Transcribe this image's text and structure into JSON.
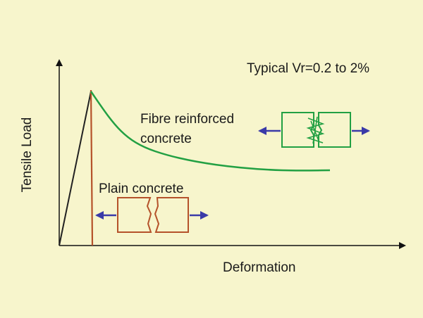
{
  "annotation": "Typical Vr=0.2 to 2%",
  "axes": {
    "ylabel": "Tensile Load",
    "xlabel": "Deformation"
  },
  "curves": {
    "fibre": {
      "label_line1": "Fibre reinforced",
      "label_line2": "concrete",
      "color": "#22a043"
    },
    "plain": {
      "label": "Plain concrete",
      "color": "#b5522a"
    }
  },
  "colors": {
    "background": "#f7f5cc",
    "axis": "#111111",
    "arrow": "#3a3aa8",
    "loading_line": "#222222"
  }
}
